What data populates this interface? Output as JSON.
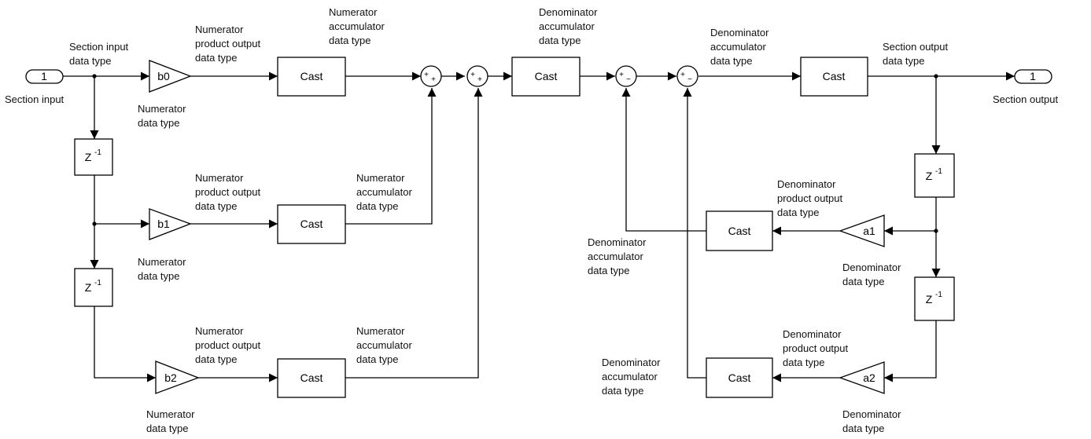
{
  "port_in": {
    "number": "1",
    "label": "Section input"
  },
  "port_out": {
    "number": "1",
    "label": "Section output"
  },
  "cast_label": "Cast",
  "delay": {
    "base": "Z",
    "exponent": "-1"
  },
  "gains": {
    "b0": "b0",
    "b1": "b1",
    "b2": "b2",
    "a1": "a1",
    "a2": "a2"
  },
  "sum_signs": {
    "plus": "+",
    "minus": "−"
  },
  "labels": {
    "section_input_dt": [
      "Section input",
      "data type"
    ],
    "section_output_dt": [
      "Section output",
      "data type"
    ],
    "num_dt": [
      "Numerator",
      "data type"
    ],
    "num_prod": [
      "Numerator",
      "product output",
      "data type"
    ],
    "num_acc": [
      "Numerator",
      "accumulator",
      "data type"
    ],
    "den_acc": [
      "Denominator",
      "accumulator",
      "data type"
    ],
    "den_prod": [
      "Denominator",
      "product output",
      "data type"
    ],
    "den_dt": [
      "Denominator",
      "data type"
    ]
  }
}
